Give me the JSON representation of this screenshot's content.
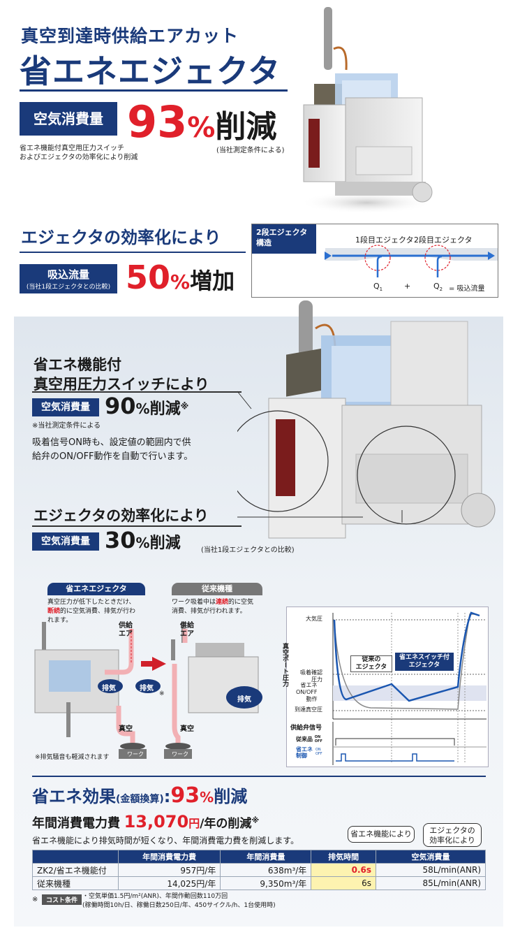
{
  "header": {
    "subtitle": "真空到達時供給エアカット",
    "title": "省エネエジェクタ"
  },
  "hero": {
    "badge": "空気消費量",
    "value": "93",
    "pct": "%",
    "suffix": "削減",
    "note_left_1": "省エネ機能付真空用圧力スイッチ",
    "note_left_2": "およびエジェクタの効率化により削減",
    "note_right": "(当社測定条件による)"
  },
  "efficiency": {
    "title": "エジェクタの効率化により",
    "badge": "吸込流量",
    "badge_sub": "(当社1段エジェクタとの比較)",
    "value": "50",
    "pct": "%",
    "suffix": "増加"
  },
  "structure": {
    "label_1": "2段エジェクタ",
    "label_2": "構造",
    "stage1": "1段目エジェクタ",
    "stage2": "2段目エジェクタ",
    "q1": "Q",
    "q1_sub": "1",
    "plus": "+",
    "q2": "Q",
    "q2_sub": "2",
    "eq": "= 吸込流量"
  },
  "feature1": {
    "line1": "省エネ機能付",
    "line2": "真空用圧力スイッチにより",
    "badge": "空気消費量",
    "value": "90",
    "pct": "%",
    "suffix": "削減",
    "mark": "※",
    "note": "※当社測定条件による",
    "desc1": "吸着信号ON時も、設定値の範囲内で供",
    "desc2": "給弁のON/OFF動作を自動で行います。"
  },
  "feature2": {
    "title": "エジェクタの効率化により",
    "badge": "空気消費量",
    "value": "30",
    "pct": "%",
    "suffix": "削減",
    "note": "(当社1段エジェクタとの比較)"
  },
  "compare": {
    "left_tab": "省エネエジェクタ",
    "left_desc_1": "真空圧力が低下したときだけ、",
    "left_desc_2a": "断続",
    "left_desc_2b": "的に空気消費、排気が行わ",
    "left_desc_3": "れます。",
    "right_tab": "従来機種",
    "right_desc_1a": "ワーク吸着中は",
    "right_desc_1b": "連続",
    "right_desc_1c": "的に空気",
    "right_desc_2": "消費、排気が行われます。",
    "supply_label_1": "供給",
    "supply_label_2": "エア",
    "exhaust": "排気",
    "vacuum": "真空",
    "work": "ワーク",
    "asterisk": "※",
    "footnote": "※排気騒音も軽減されます"
  },
  "graph": {
    "y_label": "真空ポート圧力",
    "atm": "大気圧",
    "release": "吸着確認",
    "release2": "圧力",
    "eco_1": "省エネ",
    "eco_2": "ON/OFF",
    "eco_3": "動作",
    "reach": "到達真空圧",
    "conv_1": "従来の",
    "conv_2": "エジェクタ",
    "eco_sw_1": "省エネスイッチ付",
    "eco_sw_2": "エジェクタ",
    "valve_signal": "供給弁信号",
    "conv_product": "従来品",
    "eco_ctrl_1": "省エネ",
    "eco_ctrl_2": "制御",
    "on": "ON",
    "off": "OFF"
  },
  "effect": {
    "title_a": "省エネ効果",
    "title_b": "(金額換算)",
    "title_c": ":",
    "value": "93",
    "pct": "%",
    "suffix": "削減",
    "annual_label": "年間消費電力費",
    "annual_value": "13,070",
    "annual_unit": "円",
    "annual_suffix": "/年の削減",
    "annual_mark": "※",
    "desc": "省エネ機能により排気時間が短くなり、年間消費電力費を削減します。",
    "callout_1": "省エネ機能により",
    "callout_2a": "エジェクタの",
    "callout_2b": "効率化により"
  },
  "table": {
    "headers": [
      "",
      "年間消費電力費",
      "年間消費量",
      "排気時間",
      "空気消費量"
    ],
    "rows": [
      [
        "ZK2/省エネ機能付",
        "957円/年",
        "638m³/年",
        "0.6s",
        "58L/min(ANR)"
      ],
      [
        "従来機種",
        "14,025円/年",
        "9,350m³/年",
        "6s",
        "85L/min(ANR)"
      ]
    ]
  },
  "conditions": {
    "mark": "※",
    "badge": "コスト条件",
    "line1": "・空気単価1.5円/m²(ANR)、年間作動回数110万回",
    "line2": "(稼働時間10h/日、稼働日数250日/年、450サイクル/h、1台使用時)"
  },
  "colors": {
    "navy": "#1a3a7a",
    "red": "#e0202a",
    "highlight": "#fdf3b0",
    "graph_blue": "#1a56b0"
  }
}
